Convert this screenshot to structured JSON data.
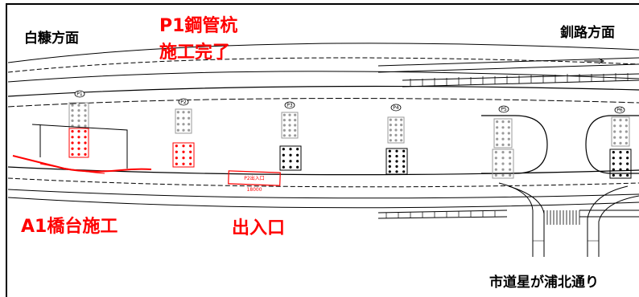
{
  "labels": {
    "left_direction": "白糠方面",
    "right_direction": "釧路方面",
    "p1_line1": "P1鋼管杭",
    "p1_line2": "施工完了",
    "a1": "A1橋台施工",
    "entrance": "出入口",
    "city_road": "市道星が浦北通り"
  },
  "drawing": {
    "pier_tags": [
      "P1",
      "P2",
      "P3",
      "P4",
      "P5",
      "P6"
    ],
    "entrance_box_label": "P2出入口",
    "entrance_width": "18000"
  },
  "colors": {
    "highlight_red": "#ff0000",
    "line_black": "#000000",
    "pile_gray": "#9a9a9a"
  }
}
